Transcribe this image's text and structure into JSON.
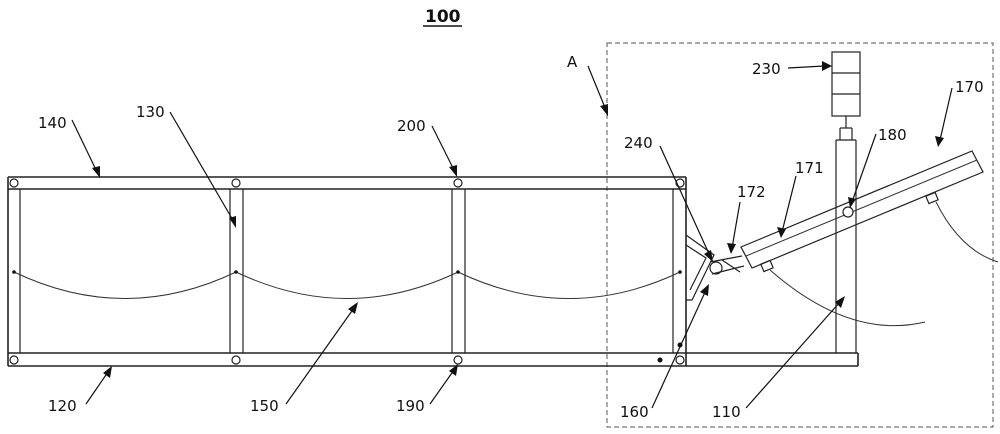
{
  "title": "100",
  "labels": {
    "l140": "140",
    "l130": "130",
    "l200": "200",
    "lA": "A",
    "l230": "230",
    "l170": "170",
    "l180": "180",
    "l240": "240",
    "l171": "171",
    "l172": "172",
    "l120": "120",
    "l150": "150",
    "l190": "190",
    "l160": "160",
    "l110": "110"
  }
}
